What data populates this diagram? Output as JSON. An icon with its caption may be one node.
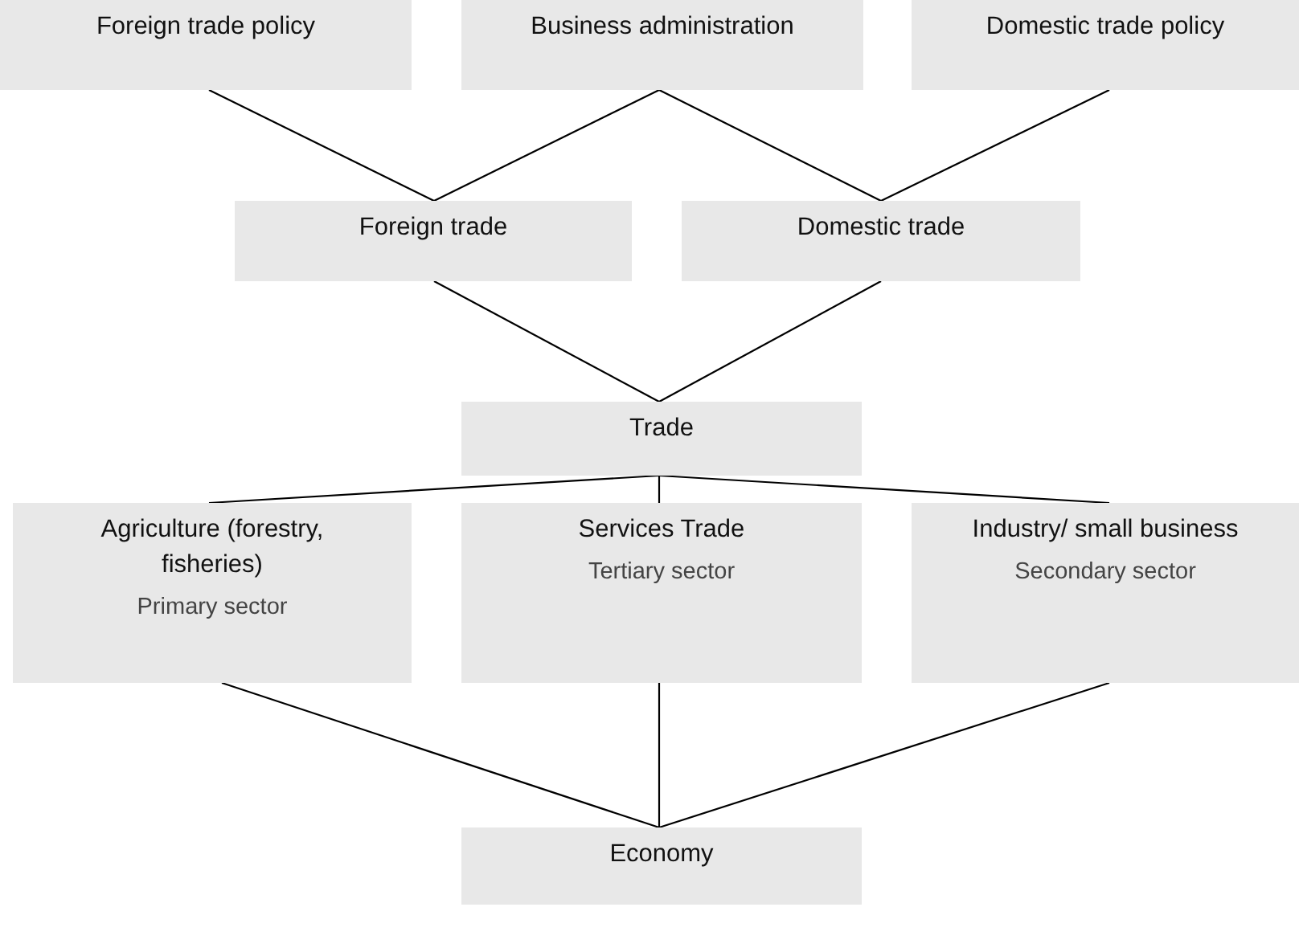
{
  "diagram": {
    "nodes": [
      {
        "text": [
          "Foreign trade policy"
        ]
      },
      {
        "text": [
          "Business administration"
        ]
      },
      {
        "text": [
          "Domestic trade policy"
        ]
      },
      {
        "text": [
          "Foreign trade"
        ]
      },
      {
        "text": [
          "Domestic trade"
        ]
      },
      {
        "text": [
          "Trade"
        ]
      },
      {
        "text": [
          "Agriculture (forestry, fisheries)",
          "Primary sector"
        ]
      },
      {
        "text": [
          "Services Trade",
          "Tertiary sector"
        ]
      },
      {
        "text": [
          "Industry/ small business",
          "Secondary sector"
        ]
      },
      {
        "text": [
          "Economy"
        ]
      }
    ],
    "edges": [
      {
        "from": 0,
        "to": 3,
        "arrow": "none"
      },
      {
        "from": 1,
        "to": 3,
        "arrow": "none"
      },
      {
        "from": 1,
        "to": 4,
        "arrow": "none"
      },
      {
        "from": 2,
        "to": 4,
        "arrow": "none"
      },
      {
        "from": 3,
        "to": 5,
        "arrow": "none"
      },
      {
        "from": 4,
        "to": 5,
        "arrow": "none"
      },
      {
        "from": 5,
        "to": 6,
        "arrow": "none"
      },
      {
        "from": 5,
        "to": 7,
        "arrow": "none"
      },
      {
        "from": 5,
        "to": 8,
        "arrow": "none"
      },
      {
        "from": 6,
        "to": 9,
        "arrow": "none"
      },
      {
        "from": 7,
        "to": 9,
        "arrow": "none"
      },
      {
        "from": 8,
        "to": 9,
        "arrow": "none"
      }
    ]
  }
}
